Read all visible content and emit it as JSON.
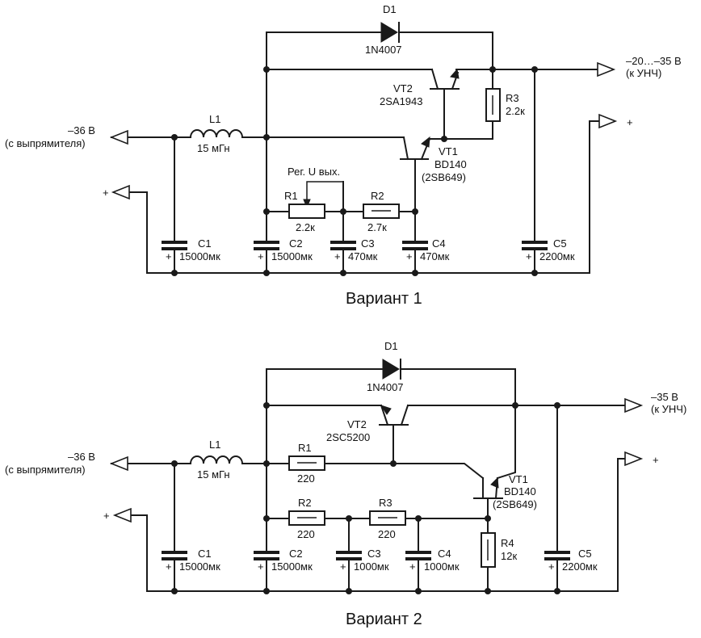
{
  "variant1": {
    "caption": "Вариант 1",
    "d1": {
      "ref": "D1",
      "value": "1N4007"
    },
    "out": {
      "text1": "–20…–35 В",
      "text2": "(к УНЧ)",
      "plus": "+"
    },
    "vt2": {
      "ref": "VT2",
      "value": "2SA1943"
    },
    "r3": {
      "ref": "R3",
      "value": "2.2к"
    },
    "in": {
      "text1": "–36 В",
      "text2": "(с выпрямителя)",
      "plus": "+"
    },
    "l1": {
      "ref": "L1",
      "value": "15 мГн"
    },
    "vt1": {
      "ref": "VT1",
      "value": "BD140",
      "alt": "(2SB649)"
    },
    "reg": "Рег. U вых.",
    "r1": {
      "ref": "R1",
      "value": "2.2к"
    },
    "r2": {
      "ref": "R2",
      "value": "2.7к"
    },
    "c1": {
      "ref": "C1",
      "value": "15000мк"
    },
    "c2": {
      "ref": "C2",
      "value": "15000мк"
    },
    "c3": {
      "ref": "C3",
      "value": "470мк"
    },
    "c4": {
      "ref": "C4",
      "value": "470мк"
    },
    "c5": {
      "ref": "C5",
      "value": "2200мк"
    },
    "cap_plus": "+"
  },
  "variant2": {
    "caption": "Вариант 2",
    "d1": {
      "ref": "D1",
      "value": "1N4007"
    },
    "out": {
      "text1": "–35 В",
      "text2": "(к УНЧ)",
      "plus": "+"
    },
    "vt2": {
      "ref": "VT2",
      "value": "2SC5200"
    },
    "in": {
      "text1": "–36 В",
      "text2": "(с выпрямителя)",
      "plus": "+"
    },
    "l1": {
      "ref": "L1",
      "value": "15 мГн"
    },
    "r1": {
      "ref": "R1",
      "value": "220"
    },
    "vt1": {
      "ref": "VT1",
      "value": "BD140",
      "alt": "(2SB649)"
    },
    "r2": {
      "ref": "R2",
      "value": "220"
    },
    "r3": {
      "ref": "R3",
      "value": "220"
    },
    "r4": {
      "ref": "R4",
      "value": "12к"
    },
    "c1": {
      "ref": "C1",
      "value": "15000мк"
    },
    "c2": {
      "ref": "C2",
      "value": "15000мк"
    },
    "c3": {
      "ref": "C3",
      "value": "1000мк"
    },
    "c4": {
      "ref": "C4",
      "value": "1000мк"
    },
    "c5": {
      "ref": "C5",
      "value": "2200мк"
    },
    "cap_plus": "+"
  }
}
